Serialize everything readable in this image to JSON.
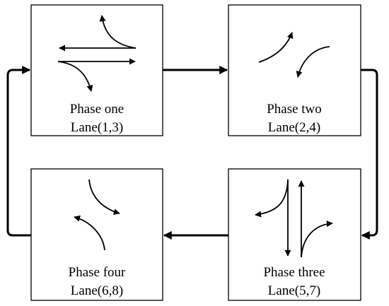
{
  "phases": [
    {
      "name": "Phase one",
      "lanes": "Lane(1,3)"
    },
    {
      "name": "Phase two",
      "lanes": "Lane(2,4)"
    },
    {
      "name": "Phase three",
      "lanes": "Lane(5,7)"
    },
    {
      "name": "Phase four",
      "lanes": "Lane(6,8)"
    }
  ]
}
